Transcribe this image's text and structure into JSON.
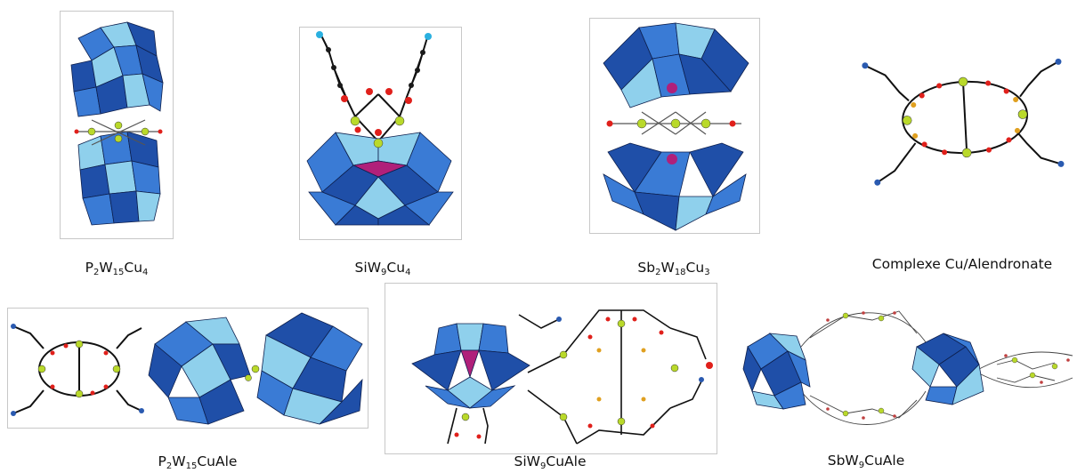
{
  "figures": [
    {
      "id": "p2w15cu4",
      "caption": {
        "parts": [
          [
            "P",
            ""
          ],
          [
            "2",
            "sub"
          ],
          [
            "W",
            ""
          ],
          [
            "15",
            "sub"
          ],
          [
            "Cu",
            ""
          ],
          [
            "4",
            "sub"
          ]
        ]
      }
    },
    {
      "id": "siw9cu4",
      "caption": {
        "parts": [
          [
            "SiW",
            ""
          ],
          [
            "9",
            "sub"
          ],
          [
            "Cu",
            ""
          ],
          [
            "4",
            "sub"
          ]
        ]
      }
    },
    {
      "id": "sb2w18cu3",
      "caption": {
        "parts": [
          [
            "Sb",
            ""
          ],
          [
            "2",
            "sub"
          ],
          [
            "W",
            ""
          ],
          [
            "18",
            "sub"
          ],
          [
            "Cu",
            ""
          ],
          [
            "3",
            "sub"
          ]
        ]
      }
    },
    {
      "id": "cu-alendronate",
      "caption": {
        "parts": [
          [
            "Complexe Cu/Alendronate",
            ""
          ]
        ]
      }
    },
    {
      "id": "p2w15cuale",
      "caption": {
        "parts": [
          [
            "P",
            ""
          ],
          [
            "2",
            "sub"
          ],
          [
            "W",
            ""
          ],
          [
            "15",
            "sub"
          ],
          [
            "CuAle",
            ""
          ]
        ]
      }
    },
    {
      "id": "siw9cuale",
      "caption": {
        "parts": [
          [
            "SiW",
            ""
          ],
          [
            "9",
            "sub"
          ],
          [
            "CuAle",
            ""
          ]
        ]
      }
    },
    {
      "id": "sbw9cuale",
      "caption": {
        "parts": [
          [
            "SbW",
            ""
          ],
          [
            "9",
            "sub"
          ],
          [
            "CuAle",
            ""
          ]
        ]
      }
    }
  ],
  "colors": {
    "polyhedron_dark": "#1f4fa8",
    "polyhedron_mid": "#3a7bd5",
    "polyhedron_light": "#8fd0ec",
    "copper_atom": "#b9d92a",
    "oxygen_atom": "#e0201b",
    "carbon_atom": "#1a1a1a",
    "nitrogen_atom": "#2ab0e0",
    "phosphorus_atom": "#e0a020",
    "heteroatom": "#b0207a"
  }
}
